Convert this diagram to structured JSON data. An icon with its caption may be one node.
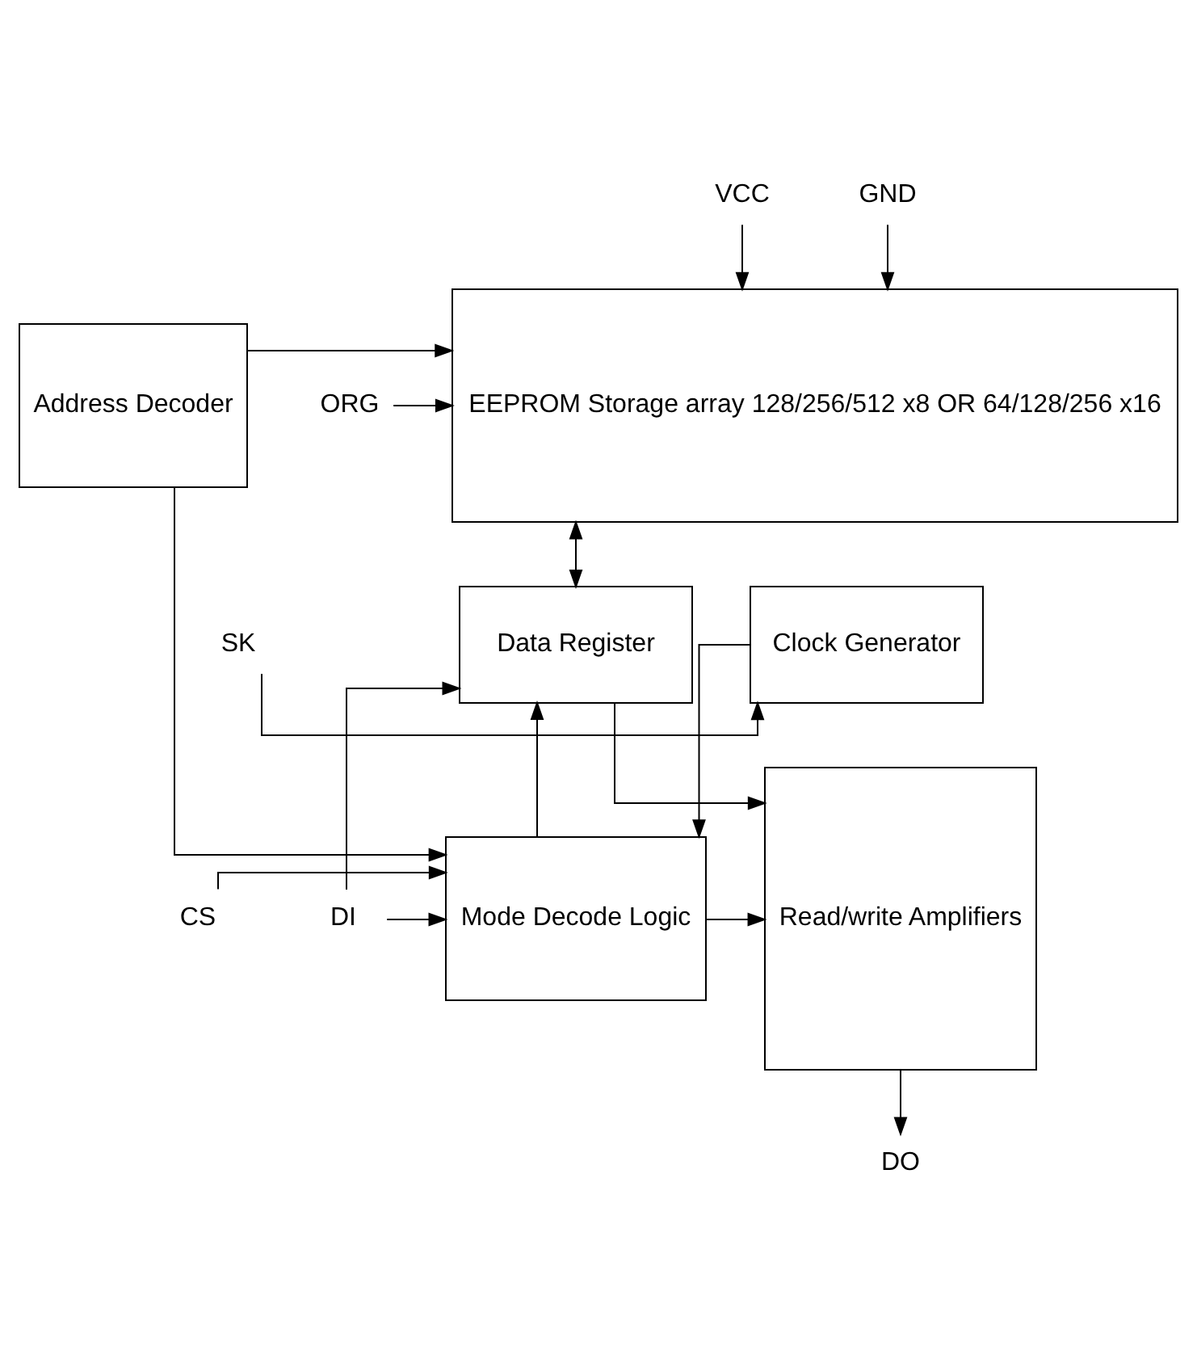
{
  "diagram": {
    "nodes": [
      {
        "text": [
          "VCC"
        ]
      },
      {
        "text": [
          "GND"
        ]
      },
      {
        "text": [
          "EEPROM Storage array 128/256/512 x8 OR 64/128/256 x16"
        ]
      },
      {
        "text": [
          "ORG"
        ]
      },
      {
        "text": [
          "Address Decoder"
        ]
      },
      {
        "text": [
          "Data Register"
        ]
      },
      {
        "text": [
          "Read/write Amplifiers"
        ]
      },
      {
        "text": [
          "DI"
        ]
      },
      {
        "text": [
          "Mode Decode Logic"
        ]
      },
      {
        "text": [
          "CS"
        ]
      },
      {
        "text": [
          "SK"
        ]
      },
      {
        "text": [
          "Clock Generator"
        ]
      },
      {
        "text": [
          "DO"
        ]
      }
    ],
    "edges": [
      {
        "from": 0,
        "to": 2,
        "arrow": "to"
      },
      {
        "from": 1,
        "to": 2,
        "arrow": "to"
      },
      {
        "from": 3,
        "to": 2,
        "arrow": "to"
      },
      {
        "from": 4,
        "to": 2,
        "arrow": "to"
      },
      {
        "from": 2,
        "to": 5,
        "arrow": "both"
      },
      {
        "from": 5,
        "to": 6,
        "arrow": "to"
      },
      {
        "from": 7,
        "to": 5,
        "arrow": "to"
      },
      {
        "from": 7,
        "to": 8,
        "arrow": "to"
      },
      {
        "from": 4,
        "to": 8,
        "arrow": "to"
      },
      {
        "from": 8,
        "to": 5,
        "arrow": "to"
      },
      {
        "from": 8,
        "to": 6,
        "arrow": "to"
      },
      {
        "from": 9,
        "to": 8,
        "arrow": "to"
      },
      {
        "from": 11,
        "to": 8,
        "arrow": "to"
      },
      {
        "from": 10,
        "to": 11,
        "arrow": "to"
      },
      {
        "from": 6,
        "to": 12,
        "arrow": "to"
      }
    ]
  }
}
